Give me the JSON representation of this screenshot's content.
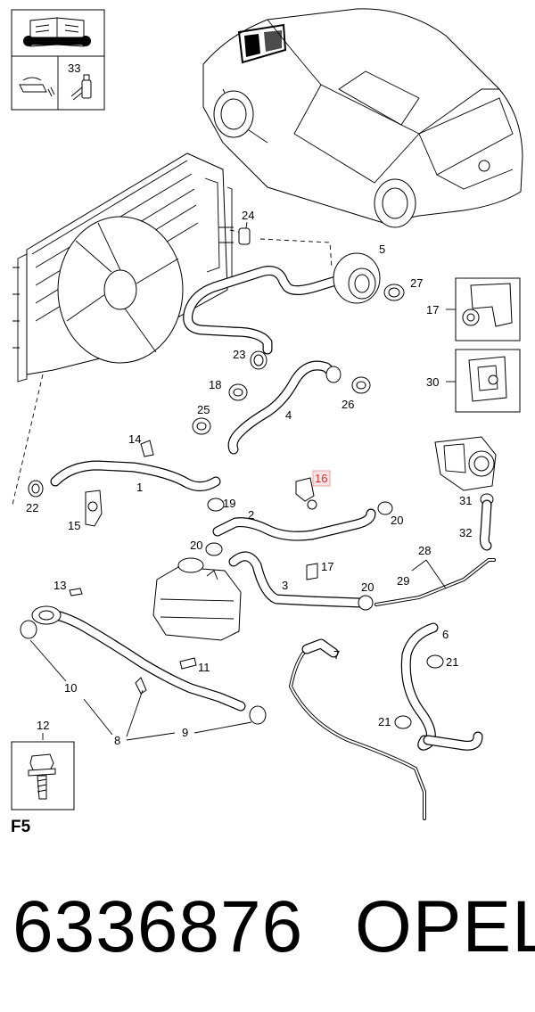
{
  "diagram": {
    "section_code": "F5",
    "labels": {
      "c1": "1",
      "c2": "2",
      "c3": "3",
      "c4": "4",
      "c5": "5",
      "c6": "6",
      "c7": "7",
      "c8": "8",
      "c9": "9",
      "c10": "10",
      "c11": "11",
      "c12": "12",
      "c13": "13",
      "c14": "14",
      "c15": "15",
      "c16": "16",
      "c17a": "17",
      "c17b": "17",
      "c18": "18",
      "c19": "19",
      "c20a": "20",
      "c20b": "20",
      "c20c": "20",
      "c21a": "21",
      "c21b": "21",
      "c22": "22",
      "c23": "23",
      "c24": "24",
      "c25": "25",
      "c26": "26",
      "c27": "27",
      "c28": "28",
      "c29": "29",
      "c30": "30",
      "c31": "31",
      "c32": "32",
      "c33": "33"
    },
    "highlighted_label": "16",
    "colors": {
      "highlight_fill": "#fde3e3",
      "highlight_text": "#d43030"
    }
  },
  "footer": {
    "part_number": "6336876",
    "brand": "OPEL"
  }
}
